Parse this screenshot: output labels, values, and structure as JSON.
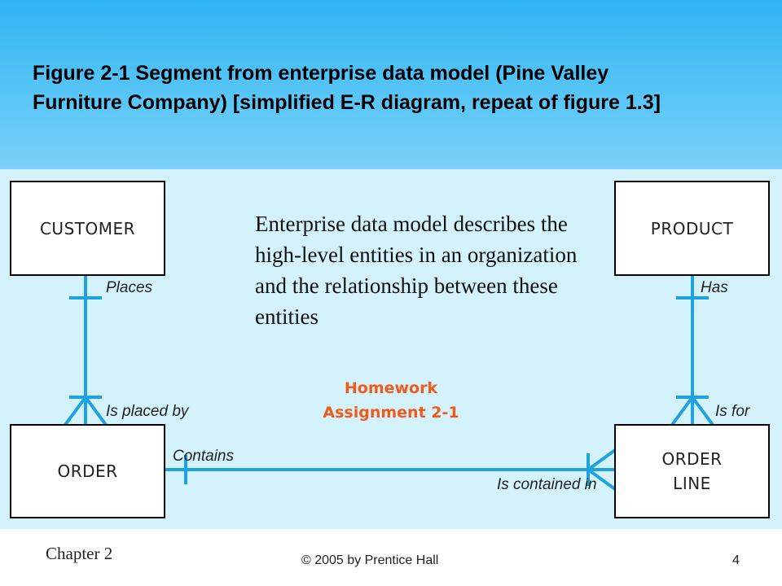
{
  "slide": {
    "title": "Figure 2-1 Segment from enterprise data model (Pine Valley Furniture Company) [simplified E-R diagram, repeat of figure 1.3]"
  },
  "diagram": {
    "entities": {
      "customer": "CUSTOMER",
      "product": "PRODUCT",
      "order": "ORDER",
      "order_line": [
        "ORDER",
        "LINE"
      ]
    },
    "relationships": {
      "places": "Places",
      "is_placed_by": "Is placed by",
      "has": "Has",
      "is_for": "Is for",
      "contains": "Contains",
      "is_contained_in": "Is contained in"
    },
    "line_color": "#1ea3e0"
  },
  "description": "Enterprise data model describes the high-level entities in an organization and the relationship between these entities",
  "homework": [
    "Homework",
    "Assignment 2-1"
  ],
  "footer": {
    "chapter": "Chapter 2",
    "copyright": "© 2005 by Prentice Hall",
    "page": "4"
  }
}
